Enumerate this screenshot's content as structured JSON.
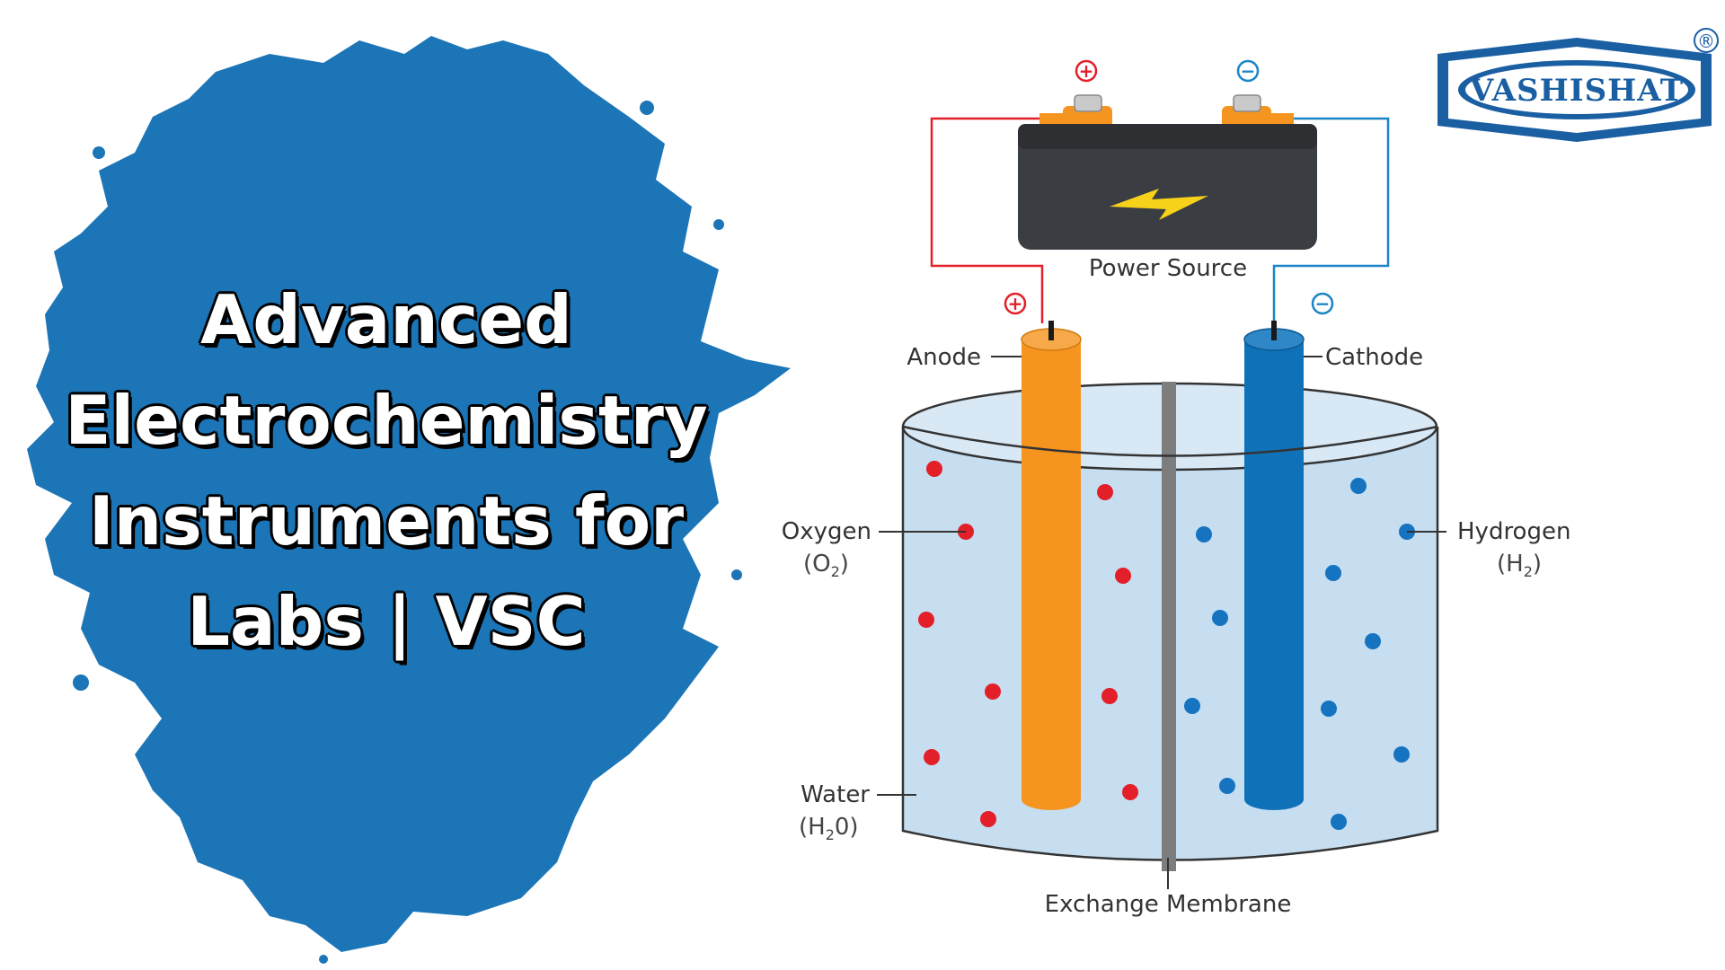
{
  "title": {
    "line1": "Advanced",
    "line2": "Electrochemistry",
    "line3": "Instruments for",
    "line4": "Labs | VSC"
  },
  "logo": {
    "text": "VASHISHAT",
    "registered": "®"
  },
  "diagram": {
    "power_source": "Power Source",
    "plus_sign": "+",
    "minus_sign": "−",
    "anode": "Anode",
    "cathode": "Cathode",
    "oxygen": "Oxygen",
    "oxygen_formula": "(O",
    "oxygen_sub": "2",
    "hydrogen": "Hydrogen",
    "hydrogen_formula": "(H",
    "hydrogen_sub": "2",
    "water": "Water",
    "water_formula": "(H",
    "water_sub": "2",
    "water_tail": "0)",
    "close_paren": ")",
    "membrane": "Exchange Membrane"
  },
  "colors": {
    "blob_blue": "#1b75b7",
    "anode_orange": "#f5951f",
    "cathode_blue": "#0f72b9",
    "oxygen_red": "#e3202a",
    "hydrogen_blue": "#1573c0",
    "water": "#c6def0",
    "wire_red": "#e3202a",
    "wire_blue": "#1a84c7",
    "battery_body": "#3a3d42",
    "bolt_yellow": "#f6d21a"
  }
}
